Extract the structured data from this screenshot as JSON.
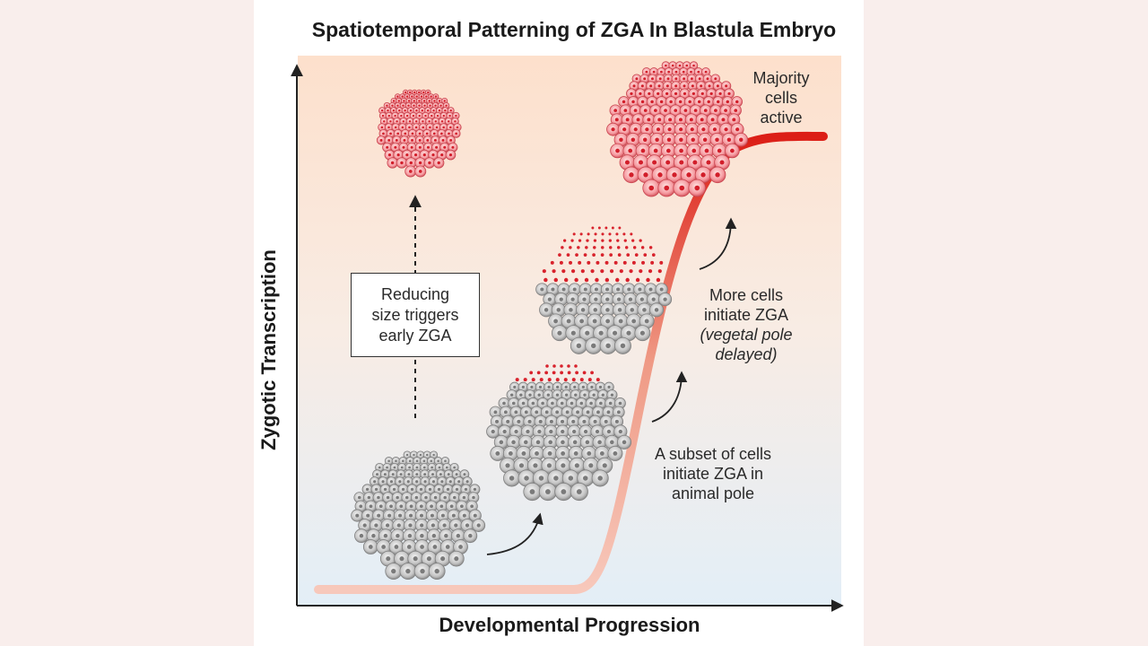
{
  "title": "Spatiotemporal Patterning of ZGA In Blastula Embryo",
  "axes": {
    "x_label": "Developmental Progression",
    "y_label": "Zygotic Transcription"
  },
  "annotations": {
    "majority": [
      "Majority",
      "cells",
      "active"
    ],
    "more_cells": [
      "More cells",
      "initiate ZGA",
      "(vegetal pole",
      "delayed)"
    ],
    "subset": [
      "A subset of cells",
      "initiate ZGA in",
      "animal pole"
    ],
    "reducing_box": [
      "Reducing",
      "size triggers",
      "early ZGA"
    ]
  },
  "colors": {
    "active_cell": "#e8636b",
    "inactive_cell": "#b8b8b8",
    "curve_start": "#d9d9d9",
    "curve_end": "#dc1e16"
  }
}
